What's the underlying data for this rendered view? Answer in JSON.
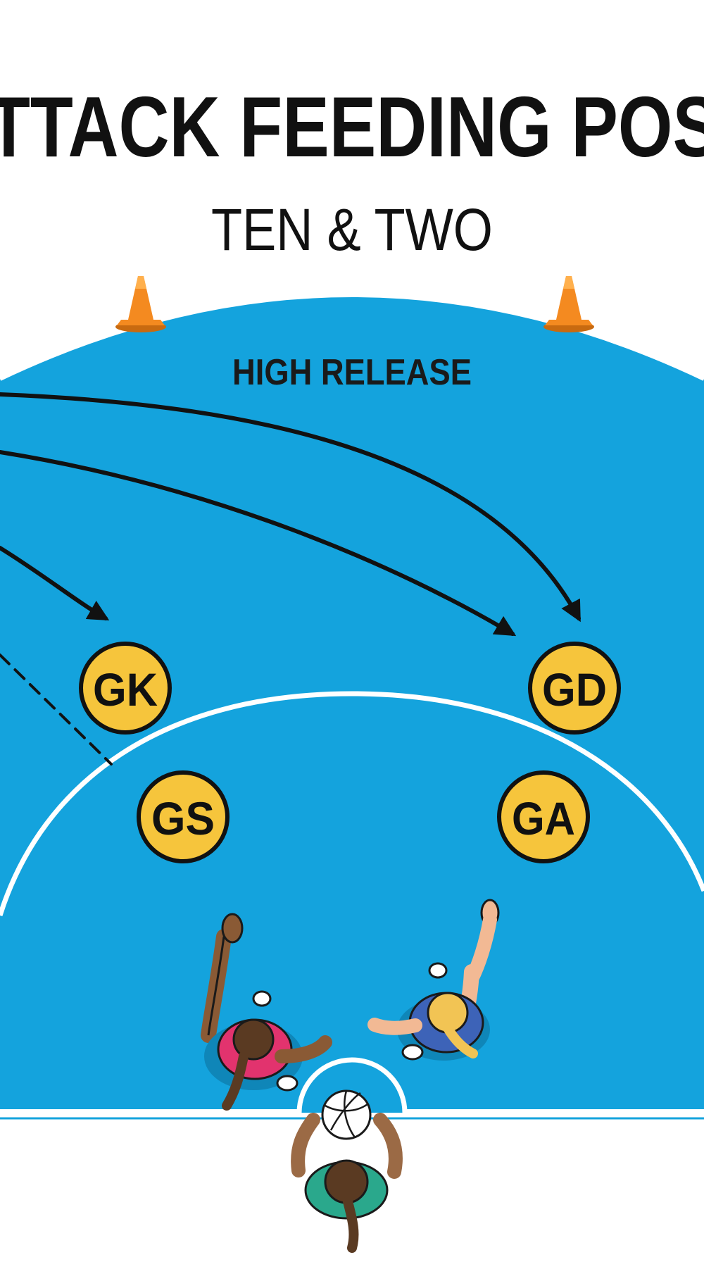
{
  "title": "TTACK FEEDING POS",
  "subtitle": "TEN & TWO",
  "zone_label": "HIGH RELEASE",
  "colors": {
    "court_blue": "#14a3dd",
    "court_line": "#ffffff",
    "marker_fill": "#f6c53c",
    "cone_orange": "#f48a20",
    "arrow": "#111111"
  },
  "players": [
    {
      "id": "gk",
      "label": "GK"
    },
    {
      "id": "gd",
      "label": "GD"
    },
    {
      "id": "gs",
      "label": "GS"
    },
    {
      "id": "ga",
      "label": "GA"
    }
  ],
  "icons": [
    "cone-icon",
    "netball-icon",
    "player-figure-icon",
    "arrow-icon"
  ]
}
